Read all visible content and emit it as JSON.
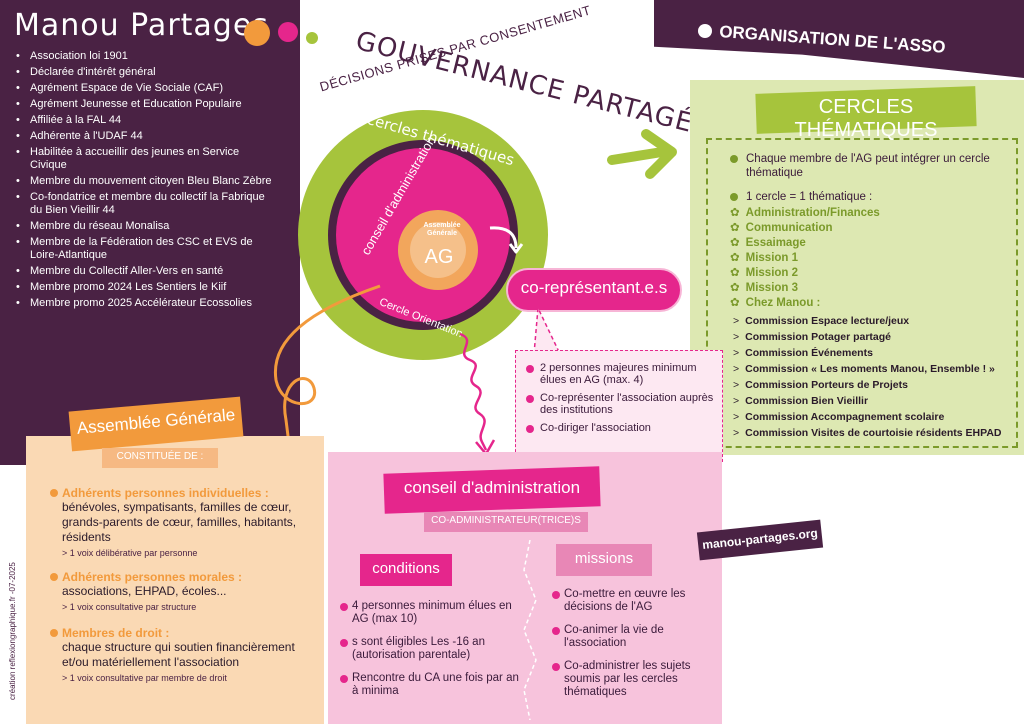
{
  "organization": {
    "name": "Manou Partages",
    "facts": [
      "Association loi 1901",
      "Déclarée d'intérêt général",
      "Agrément Espace de Vie Sociale (CAF)",
      "Agrément Jeunesse et Education Populaire",
      "Affiliée à la FAL 44",
      "Adhérente à l'UDAF 44",
      "Habilitée à accueillir des jeunes en Service Civique",
      "Membre du mouvement citoyen Bleu Blanc Zèbre",
      "Co-fondatrice et membre du collectif la Fabrique du Bien Vieillir 44",
      "Membre du réseau Monalisa",
      "Membre de la Fédération des CSC et EVS de Loire-Atlantique",
      "Membre du Collectif Aller-Vers en santé",
      "Membre promo 2024 Les Sentiers le Kiif",
      "Membre promo 2025 Accélérateur Ecossolies"
    ]
  },
  "governance": {
    "title": "GOUVERNANCE PARTAGÉE",
    "subtitle": "DÉCISIONS PRISES PAR CONSENTEMENT",
    "rings": {
      "thematic": "cercles thématiques",
      "board": "conseil d'administration",
      "orientation": "Cercle Orientation",
      "ag_small": "Assemblée Générale",
      "ag": "AG"
    }
  },
  "org_heading": "ORGANISATION DE L'ASSO",
  "thematic_circles": {
    "title": "CERCLES THÉMATIQUES",
    "intro": [
      "Chaque membre de l'AG peut intégrer un cercle thématique",
      "1 cercle = 1 thématique :"
    ],
    "themes": [
      "Administration/Finances",
      "Communication",
      "Essaimage",
      "Mission 1",
      "Mission 2",
      "Mission 3",
      "Chez Manou :"
    ],
    "commissions": [
      "Commission Espace lecture/jeux",
      "Commission Potager partagé",
      "Commission Événements",
      "Commission « Les moments Manou, Ensemble ! »",
      "Commission Porteurs de Projets",
      "Commission Bien Vieillir",
      "Commission Accompagnement scolaire",
      "Commission Visites de courtoisie résidents EHPAD"
    ]
  },
  "co_representatives": {
    "label": "co-représentant.e.s",
    "items": [
      "2 personnes majeures minimum élues en AG (max. 4)",
      "Co-représenter l'association auprès des institutions",
      "Co-diriger l'association"
    ]
  },
  "board": {
    "title": "conseil d'administration",
    "subtitle": "CO-ADMINISTRATEUR(TRICE)S",
    "conditions_title": "conditions",
    "conditions": [
      "4 personnes minimum élues en AG (max 10)",
      "s sont éligibles Les -16 an (autorisation parentale)",
      "Rencontre du CA une fois par an à minima"
    ],
    "missions_title": "missions",
    "missions": [
      "Co-mettre en œuvre les décisions de l'AG",
      "Co-animer la vie de l'association",
      "Co-administrer les sujets soumis par les cercles thématiques"
    ]
  },
  "general_assembly": {
    "title": "Assemblée Générale",
    "subtitle": "CONSTITUÉE DE :",
    "groups": [
      {
        "head": "Adhérents personnes individuelles :",
        "text": "bénévoles, sympatisants, familles de cœur, grands-parents de cœur, familles, habitants, résidents",
        "note": "> 1 voix délibérative par personne"
      },
      {
        "head": "Adhérents personnes morales :",
        "text": "associations, EHPAD, écoles...",
        "note": "> 1 voix consultative par structure"
      },
      {
        "head": "Membres de droit :",
        "text": "chaque structure qui soutien financièrement et/ou matériellement l'association",
        "note": "> 1 voix consultative par membre de droit"
      }
    ]
  },
  "website": "manou-partages.org",
  "credit": "création reflexiongraphique.fr -07-2025",
  "colors": {
    "purple": "#4a2244",
    "green": "#a6c43c",
    "pink": "#e5268c",
    "orange": "#f29a3c"
  }
}
